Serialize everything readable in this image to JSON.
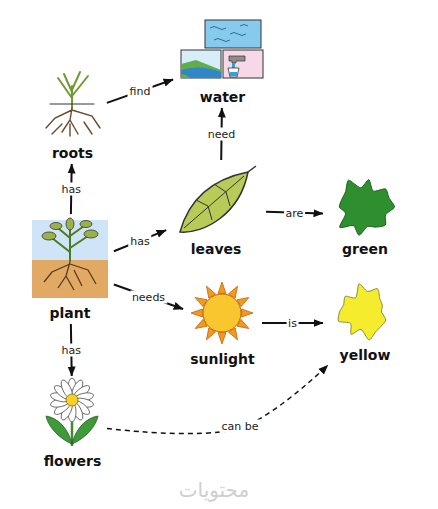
{
  "diagram": {
    "nodes": [
      {
        "text": [
          "water"
        ]
      },
      {
        "text": [
          "roots"
        ]
      },
      {
        "text": [
          "leaves"
        ]
      },
      {
        "text": [
          "green"
        ]
      },
      {
        "text": [
          "plant"
        ]
      },
      {
        "text": [
          "sunlight"
        ]
      },
      {
        "text": [
          "yellow"
        ]
      },
      {
        "text": [
          "flowers"
        ]
      }
    ],
    "edges": [
      {
        "from": 4,
        "to": 1,
        "label": "has",
        "arrow": "to"
      },
      {
        "from": 1,
        "to": 0,
        "label": "find",
        "arrow": "to"
      },
      {
        "from": 2,
        "to": 0,
        "label": "need",
        "arrow": "to"
      },
      {
        "from": 4,
        "to": 2,
        "label": "has",
        "arrow": "to"
      },
      {
        "from": 2,
        "to": 3,
        "label": "are",
        "arrow": "to"
      },
      {
        "from": 4,
        "to": 5,
        "label": "needs",
        "arrow": "to"
      },
      {
        "from": 5,
        "to": 6,
        "label": "is",
        "arrow": "to"
      },
      {
        "from": 4,
        "to": 7,
        "label": "has",
        "arrow": "to"
      },
      {
        "from": 7,
        "to": 6,
        "label": "can be",
        "arrow": "to"
      }
    ],
    "labels": [
      "محتويات"
    ]
  }
}
